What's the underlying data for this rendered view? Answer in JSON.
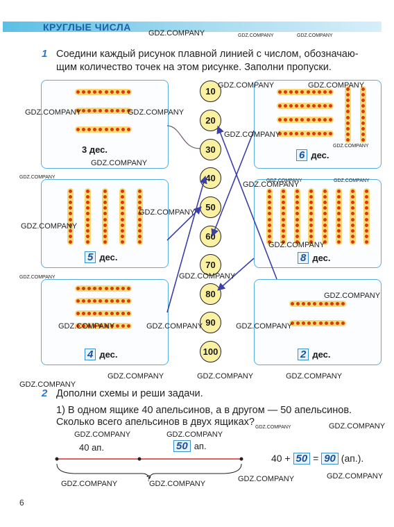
{
  "header": {
    "title": "КРУГЛЫЕ ЧИСЛА"
  },
  "task1": {
    "number": "1",
    "lines": [
      "Соедини каждый рисунок плавной линией с числом, обозначаю-",
      "щим количество точек на этом рисунке. Заполни пропуски."
    ]
  },
  "numbers": [
    "10",
    "20",
    "30",
    "40",
    "50",
    "60",
    "70",
    "80",
    "90",
    "100"
  ],
  "cards": {
    "left_top": {
      "filled": "3",
      "unit": "дес.",
      "bars_horizontal": 3,
      "bars_vertical": 0
    },
    "left_middle": {
      "filled": "5",
      "unit": "дес.",
      "bars_horizontal": 0,
      "bars_vertical": 5
    },
    "left_bottom": {
      "filled": "4",
      "unit": "дес.",
      "bars_horizontal": 4,
      "bars_vertical": 0
    },
    "right_top": {
      "filled": "6",
      "unit": "дес.",
      "bars_horizontal": 4,
      "bars_vertical": 2
    },
    "right_middle": {
      "filled": "8",
      "unit": "дес.",
      "bars_horizontal": 0,
      "bars_vertical": 8
    },
    "right_bottom": {
      "filled": "2",
      "unit": "дес.",
      "bars_horizontal": 2,
      "bars_vertical": 0
    }
  },
  "task2": {
    "number": "2",
    "title": "Дополни схемы и реши задачи.",
    "problem_lines": [
      "1) В одном ящике 40 апельсинов, а в другом — 50 апельсинов.",
      "Сколько всего апельсинов в двух ящиках?"
    ],
    "scheme": {
      "left_label": "40 ап.",
      "right_filled": "50",
      "right_unit": "ап.",
      "total_mark": "?"
    },
    "equation": {
      "a": "40",
      "op": "+",
      "b": "50",
      "eq": "=",
      "result": "90",
      "unit": "(ап.)."
    }
  },
  "page_number": "6",
  "watermark": "GDZ.COMPANY",
  "colors": {
    "header": "#5bbfe6",
    "card_border": "#55aede",
    "dot": "#d83a10",
    "bar": "#f7d874",
    "connector_line": "#3b3fa8",
    "circle_fill": "#fbf1a3"
  }
}
